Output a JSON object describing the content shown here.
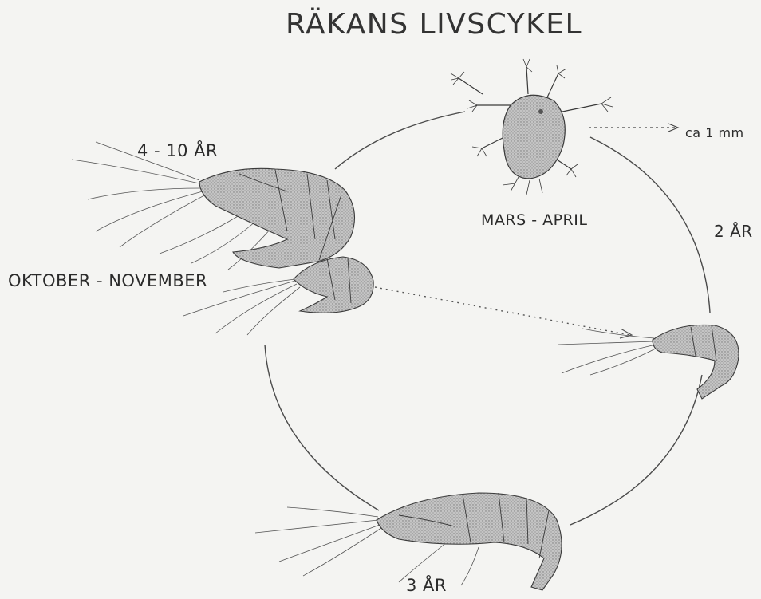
{
  "title": "RÄKANS LIVSCYKEL",
  "stages": {
    "adult_age": "4 - 10 ÅR",
    "spawning_time": "OKTOBER - NOVEMBER",
    "larva_time": "MARS - APRIL",
    "juvenile_age": "2 ÅR",
    "young_adult_age": "3 ÅR"
  },
  "larva_size": "ca 1 mm",
  "colors": {
    "background": "#f4f4f2",
    "ink": "#2a2a2a",
    "shrimp_fill": "#b9b9b9"
  }
}
